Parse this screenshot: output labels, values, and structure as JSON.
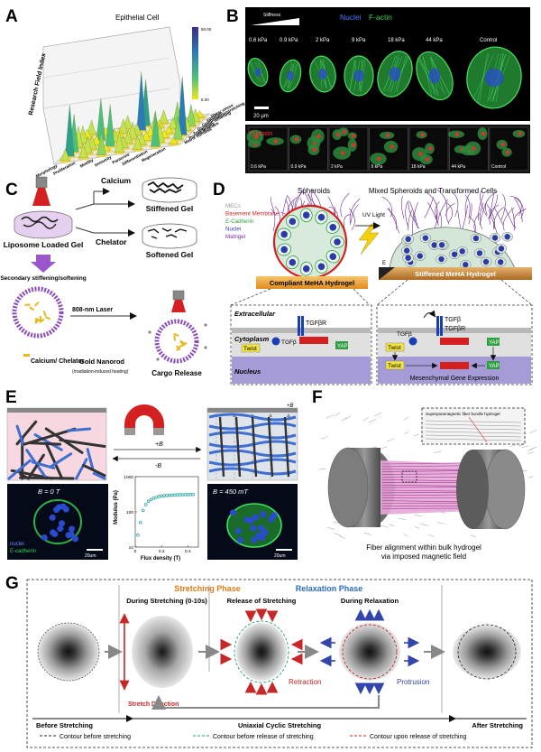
{
  "panels": {
    "a": {
      "letter": "A",
      "title": "Epithelial Cell",
      "z_axis_label": "Research Field Index",
      "colorbar_ticks": [
        "50.00",
        "5.00"
      ],
      "x_labels": [
        "Morphology",
        "Proliferation",
        "Motility",
        "Immunity",
        "Paracrine",
        "Differentiation",
        "Regeneration"
      ],
      "y_labels": [
        "Matrix stiffness",
        "Porous structure",
        "Topography",
        "Dynamic stiffening",
        "Compression/stretching",
        "Vibration",
        "Shear stress"
      ]
    },
    "b": {
      "letter": "B",
      "legend_nuclei": "Nuclei",
      "legend_factin": "F-actin",
      "stiffness_label": "Stiffness",
      "top_labels": [
        "0.6 kPa",
        "0.9 kPa",
        "2 kPa",
        "9 kPa",
        "18 kPa",
        "44 kPa",
        "Control"
      ],
      "scale_bar": "20 μm",
      "podocin_label": "Podocin",
      "bottom_labels": [
        "0.6 kPa",
        "0.9 kPa",
        "2 kPa",
        "9 kPa",
        "18 kPa",
        "44 kPa",
        "Control"
      ]
    },
    "c": {
      "letter": "C",
      "calcium": "Calcium",
      "chelator": "Chelator",
      "stiffened_gel": "Stiffened Gel",
      "softened_gel": "Softened Gel",
      "liposome_loaded_gel": "Liposome Loaded Gel",
      "secondary": "Secondary stiffening/softening",
      "laser": "808-nm Laser",
      "calcium_chelator": "Calcium/ Chelator",
      "gold_nanorod": "Gold Nanorod",
      "nanorod_note": "(irradiation-induced heating)",
      "cargo_release": "Cargo Release"
    },
    "d": {
      "letter": "D",
      "spheroids": "Spheroids",
      "mixed": "Mixed Spheroids and Transformed Cells",
      "legend": [
        {
          "label": "MECs",
          "color": "#9a9a9a"
        },
        {
          "label": "Basement Membrane",
          "color": "#d42020"
        },
        {
          "label": "E-Cadherin",
          "color": "#2ea043"
        },
        {
          "label": "Nuclei",
          "color": "#2b3aa8"
        },
        {
          "label": "Matrigel",
          "color": "#7a2a9a"
        }
      ],
      "uv": "UV Light",
      "compliant": "Compliant MeHA Hydrogel",
      "stiffened": "Stiffened MeHA Hydrogel",
      "extracellular": "Extracellular",
      "cytoplasm": "Cytoplasm",
      "nucleus": "Nucleus",
      "tgfbr": "TGFβR",
      "tgfb": "TGFβ",
      "twist": "Twist",
      "yap": "YAP",
      "mesenchymal": "Mesenchymal Gene Expression"
    },
    "e": {
      "letter": "E",
      "plus_b": "+B",
      "minus_b": "-B",
      "b_zero": "B = 0 T",
      "b_450": "B = 450 mT",
      "nuclei": "nuclei",
      "ecadherin": "E-cadherin",
      "scale": "20um",
      "chart_data": {
        "type": "scatter",
        "xlabel": "Flux density  (T)",
        "ylabel": "Modulus (Pa)",
        "x_ticks": [
          "0",
          "0.2",
          "0.4"
        ],
        "y_ticks": [
          "1000",
          "100",
          "10"
        ],
        "y_scale": "log",
        "xlim": [
          0,
          0.48
        ],
        "ylim": [
          10,
          1000
        ],
        "points": [
          {
            "x": 0.02,
            "y": 22
          },
          {
            "x": 0.04,
            "y": 50
          },
          {
            "x": 0.06,
            "y": 110
          },
          {
            "x": 0.08,
            "y": 160
          },
          {
            "x": 0.1,
            "y": 200
          },
          {
            "x": 0.12,
            "y": 225
          },
          {
            "x": 0.14,
            "y": 245
          },
          {
            "x": 0.16,
            "y": 260
          },
          {
            "x": 0.18,
            "y": 272
          },
          {
            "x": 0.2,
            "y": 280
          },
          {
            "x": 0.22,
            "y": 287
          },
          {
            "x": 0.24,
            "y": 292
          },
          {
            "x": 0.26,
            "y": 296
          },
          {
            "x": 0.28,
            "y": 299
          },
          {
            "x": 0.3,
            "y": 302
          },
          {
            "x": 0.32,
            "y": 304
          },
          {
            "x": 0.34,
            "y": 306
          },
          {
            "x": 0.36,
            "y": 308
          },
          {
            "x": 0.38,
            "y": 309
          },
          {
            "x": 0.4,
            "y": 310
          },
          {
            "x": 0.42,
            "y": 311
          },
          {
            "x": 0.44,
            "y": 312
          }
        ]
      }
    },
    "f": {
      "letter": "F",
      "caption_line1": "Fiber alignment within bulk hydrogel",
      "caption_line2": "via imposed magnetic field",
      "inset_text": "Superparamagnetic fiber bundle hydrogel"
    },
    "g": {
      "letter": "G",
      "stretching_phase": "Stretching Phase",
      "relaxation_phase": "Relaxation Phase",
      "during_stretching": "During Stretching (0-10s)",
      "release": "Release of Stretching",
      "during_relaxation": "During Relaxation",
      "stretch_direction": "Stretch Direction",
      "retraction": "Retraction",
      "protrusion": "Protrusion",
      "before": "Before Stretching",
      "uniaxial": "Uniaxial Cyclic Stretching",
      "after": "After Stretching",
      "legend": [
        {
          "label": "Contour before stretching",
          "color": "#222222"
        },
        {
          "label": "Contour before release of stretching",
          "color": "#1e9e6e"
        },
        {
          "label": "Contour upon release of stretching",
          "color": "#c62828"
        }
      ]
    }
  }
}
